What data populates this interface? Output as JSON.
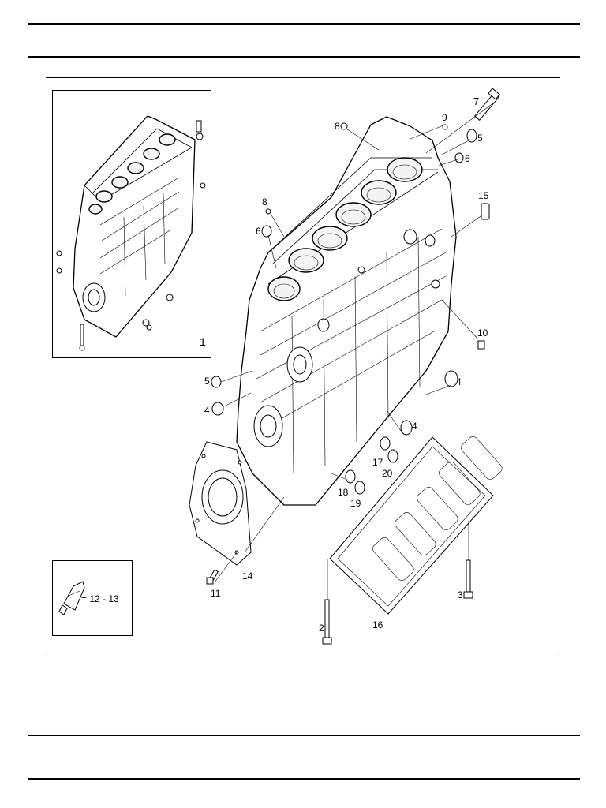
{
  "diagram": {
    "inset_label": "1",
    "legend_text": "= 12 - 13",
    "callouts": [
      "2",
      "3",
      "4",
      "4",
      "5",
      "5",
      "6",
      "6",
      "7",
      "8",
      "8",
      "9",
      "10",
      "11",
      "14",
      "15",
      "16",
      "17",
      "18",
      "19",
      "20"
    ],
    "corner_marks": [
      ".",
      "."
    ]
  }
}
